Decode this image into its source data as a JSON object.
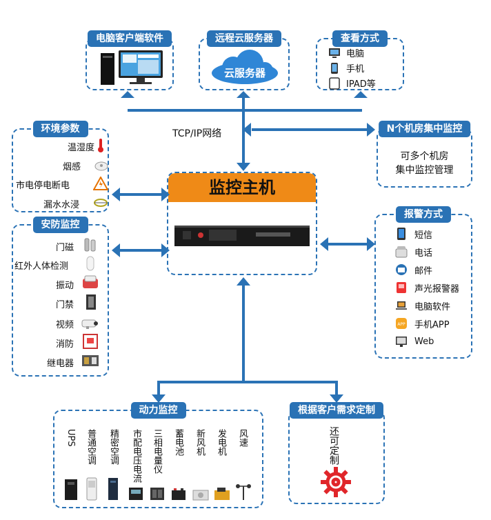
{
  "pc_client": {
    "title": "电脑客户端软件"
  },
  "cloud_server": {
    "title": "远程云服务器",
    "cloud_label": "云服务器"
  },
  "view_methods": {
    "title": "查看方式",
    "items": [
      {
        "label": "电脑",
        "icon": "monitor-icon"
      },
      {
        "label": "手机",
        "icon": "phone-icon"
      },
      {
        "label": "IPAD等",
        "icon": "tablet-icon"
      }
    ]
  },
  "network_label": "TCP/IP网络",
  "env_params": {
    "title": "环境参数",
    "items": [
      {
        "label": "温湿度",
        "icon": "thermometer-icon"
      },
      {
        "label": "烟感",
        "icon": "smoke-detector-icon"
      },
      {
        "label": "市电停电断电",
        "icon": "power-warning-icon"
      },
      {
        "label": "漏水水浸",
        "icon": "water-leak-icon"
      }
    ]
  },
  "multi_room": {
    "title": "N个机房集中监控",
    "line1": "可多个机房",
    "line2": "集中监控管理"
  },
  "main_host": {
    "title": "监控主机"
  },
  "security": {
    "title": "安防监控",
    "items": [
      {
        "label": "门磁",
        "icon": "door-sensor-icon"
      },
      {
        "label": "红外人体检测",
        "icon": "infrared-sensor-icon"
      },
      {
        "label": "振动",
        "icon": "vibration-sensor-icon"
      },
      {
        "label": "门禁",
        "icon": "access-control-icon"
      },
      {
        "label": "视频",
        "icon": "camera-icon"
      },
      {
        "label": "消防",
        "icon": "fire-alarm-icon"
      },
      {
        "label": "继电器",
        "icon": "relay-icon"
      }
    ]
  },
  "alarm": {
    "title": "报警方式",
    "items": [
      {
        "label": "短信",
        "icon": "sms-icon"
      },
      {
        "label": "电话",
        "icon": "telephone-icon"
      },
      {
        "label": "邮件",
        "icon": "email-icon"
      },
      {
        "label": "声光报警器",
        "icon": "siren-icon"
      },
      {
        "label": "电脑软件",
        "icon": "laptop-icon"
      },
      {
        "label": "手机APP",
        "icon": "app-icon"
      },
      {
        "label": "Web",
        "icon": "web-icon"
      }
    ]
  },
  "power": {
    "title": "动力监控",
    "columns": [
      "UPS",
      "普通空调",
      "精密空调",
      "市配电压电流",
      "三相电量仪",
      "蓄电池",
      "新风机",
      "发电机",
      "风速"
    ]
  },
  "custom": {
    "title": "根据客户需求定制",
    "text": "还可定制"
  },
  "colors": {
    "accent": "#2a72b5",
    "host_header": "#ef8a17",
    "alarm_red": "#e33"
  }
}
